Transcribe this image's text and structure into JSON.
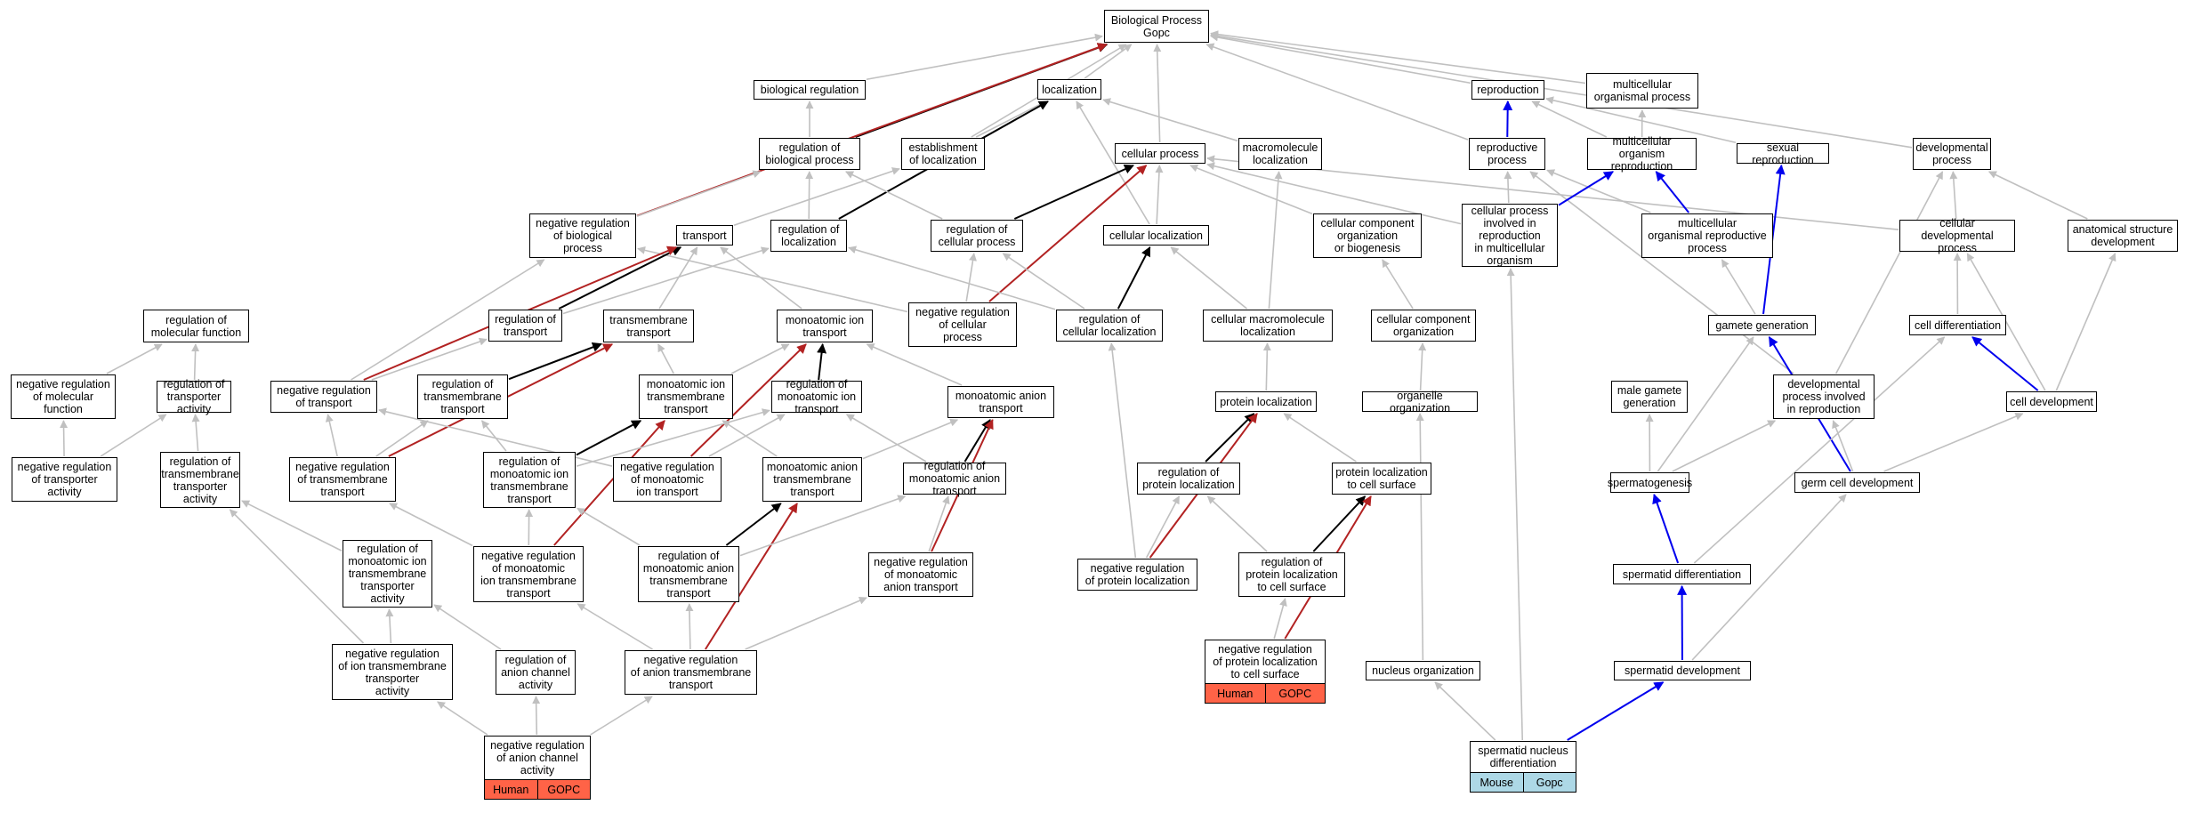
{
  "colors": {
    "gray": "#c0c0c0",
    "black": "#000000",
    "blue": "#0000ee",
    "red": "#b22222",
    "human_badge": "#ff6347",
    "mouse_badge": "#add8e6"
  },
  "nodes": [
    {
      "id": "bp",
      "label": "Biological Process\nGopc"
    },
    {
      "id": "bioreg",
      "label": "biological regulation"
    },
    {
      "id": "loc",
      "label": "localization"
    },
    {
      "id": "repro",
      "label": "reproduction"
    },
    {
      "id": "mcop",
      "label": "multicellular\norganismal process"
    },
    {
      "id": "regbp",
      "label": "regulation of\nbiological process"
    },
    {
      "id": "estloc",
      "label": "establishment\nof localization"
    },
    {
      "id": "cellproc",
      "label": "cellular process"
    },
    {
      "id": "macroloc",
      "label": "macromolecule\nlocalization"
    },
    {
      "id": "reprocproc",
      "label": "reproductive\nprocess"
    },
    {
      "id": "mcorepro",
      "label": "multicellular\norganism reproduction"
    },
    {
      "id": "sexrepro",
      "label": "sexual reproduction"
    },
    {
      "id": "devproc",
      "label": "developmental\nprocess"
    },
    {
      "id": "negregbp",
      "label": "negative regulation\nof biological\nprocess"
    },
    {
      "id": "transport",
      "label": "transport"
    },
    {
      "id": "regloc",
      "label": "regulation of\nlocalization"
    },
    {
      "id": "regcp",
      "label": "regulation of\ncellular process"
    },
    {
      "id": "cellloc",
      "label": "cellular localization"
    },
    {
      "id": "ccorg",
      "label": "cellular component\norganization\nor biogenesis"
    },
    {
      "id": "cpirmo",
      "label": "cellular process\ninvolved in\nreproduction\nin multicellular\norganism"
    },
    {
      "id": "mcorp",
      "label": "multicellular\norganismal reproductive\nprocess"
    },
    {
      "id": "celldevproc",
      "label": "cellular developmental\nprocess"
    },
    {
      "id": "anatdev",
      "label": "anatomical structure\ndevelopment"
    },
    {
      "id": "regmf",
      "label": "regulation of\nmolecular function"
    },
    {
      "id": "regtrans",
      "label": "regulation of\ntransport"
    },
    {
      "id": "tmtrans",
      "label": "transmembrane\ntransport"
    },
    {
      "id": "mitrans",
      "label": "monoatomic ion\ntransport"
    },
    {
      "id": "negregcp",
      "label": "negative regulation\nof cellular\nprocess"
    },
    {
      "id": "regcellloc",
      "label": "regulation of\ncellular localization"
    },
    {
      "id": "cmloc",
      "label": "cellular macromolecule\nlocalization"
    },
    {
      "id": "ccorg2",
      "label": "cellular component\norganization"
    },
    {
      "id": "gamgen",
      "label": "gamete generation"
    },
    {
      "id": "celldiff",
      "label": "cell differentiation"
    },
    {
      "id": "negregmf",
      "label": "negative regulation\nof molecular\nfunction"
    },
    {
      "id": "regtact",
      "label": "regulation of\ntransporter\nactivity"
    },
    {
      "id": "negregtrans",
      "label": "negative regulation\nof transport"
    },
    {
      "id": "regtmt",
      "label": "regulation of\ntransmembrane\ntransport"
    },
    {
      "id": "mitmt",
      "label": "monoatomic ion\ntransmembrane\ntransport"
    },
    {
      "id": "regmit",
      "label": "regulation of\nmonoatomic ion\ntransport"
    },
    {
      "id": "matrans",
      "label": "monoatomic anion\ntransport"
    },
    {
      "id": "protloc",
      "label": "protein localization"
    },
    {
      "id": "orgorg",
      "label": "organelle organization"
    },
    {
      "id": "malegam",
      "label": "male gamete\ngeneration"
    },
    {
      "id": "devprepro",
      "label": "developmental\nprocess involved\nin reproduction"
    },
    {
      "id": "celldev",
      "label": "cell development"
    },
    {
      "id": "negregtact",
      "label": "negative regulation\nof transporter\nactivity"
    },
    {
      "id": "regtmtact",
      "label": "regulation of\ntransmembrane\ntransporter\nactivity"
    },
    {
      "id": "negregtmt",
      "label": "negative regulation\nof transmembrane\ntransport"
    },
    {
      "id": "regmitmt",
      "label": "regulation of\nmonoatomic ion\ntransmembrane\ntransport"
    },
    {
      "id": "negregmit",
      "label": "negative regulation\nof monoatomic\nion transport"
    },
    {
      "id": "matmt",
      "label": "monoatomic anion\ntransmembrane\ntransport"
    },
    {
      "id": "regmat",
      "label": "regulation of\nmonoatomic anion\ntransport"
    },
    {
      "id": "regprotloc",
      "label": "regulation of\nprotein localization"
    },
    {
      "id": "protloccs",
      "label": "protein localization\nto cell surface"
    },
    {
      "id": "spermgen",
      "label": "spermatogenesis"
    },
    {
      "id": "germdev",
      "label": "germ cell development"
    },
    {
      "id": "regmitmtact",
      "label": "regulation of\nmonoatomic ion\ntransmembrane\ntransporter\nactivity"
    },
    {
      "id": "negregmitmt",
      "label": "negative regulation\nof monoatomic\nion transmembrane\ntransport"
    },
    {
      "id": "regmatmt",
      "label": "regulation of\nmonoatomic anion\ntransmembrane\ntransport"
    },
    {
      "id": "negregmat",
      "label": "negative regulation\nof monoatomic\nanion transport"
    },
    {
      "id": "negregprotloc",
      "label": "negative regulation\nof protein localization"
    },
    {
      "id": "regprotloccs",
      "label": "regulation of\nprotein localization\nto cell surface"
    },
    {
      "id": "spermdiff",
      "label": "spermatid differentiation"
    },
    {
      "id": "negregitmtact",
      "label": "negative regulation\nof ion transmembrane\ntransporter\nactivity"
    },
    {
      "id": "regachact",
      "label": "regulation of\nanion channel\nactivity"
    },
    {
      "id": "negregatmt",
      "label": "negative regulation\nof anion transmembrane\ntransport"
    },
    {
      "id": "negregplcs",
      "label": "negative regulation\nof protein localization\nto cell surface",
      "badges": [
        "Human",
        "GOPC"
      ],
      "badge_color": "#ff6347"
    },
    {
      "id": "nucorg",
      "label": "nucleus organization"
    },
    {
      "id": "spermdev",
      "label": "spermatid development"
    },
    {
      "id": "negregach",
      "label": "negative regulation\nof anion channel\nactivity",
      "badges": [
        "Human",
        "GOPC"
      ],
      "badge_color": "#ff6347"
    },
    {
      "id": "spermnuc",
      "label": "spermatid nucleus\ndifferentiation",
      "badges": [
        "Mouse",
        "Gopc"
      ],
      "badge_color": "#add8e6"
    }
  ],
  "edges": [
    {
      "from": "bioreg",
      "to": "bp",
      "color": "gray"
    },
    {
      "from": "loc",
      "to": "bp",
      "color": "gray"
    },
    {
      "from": "repro",
      "to": "bp",
      "color": "gray"
    },
    {
      "from": "mcop",
      "to": "bp",
      "color": "gray"
    },
    {
      "from": "cellproc",
      "to": "bp",
      "color": "gray"
    },
    {
      "from": "devproc",
      "to": "bp",
      "color": "gray"
    },
    {
      "from": "regbp",
      "to": "bp",
      "color": "black"
    },
    {
      "from": "estloc",
      "to": "bp",
      "color": "gray"
    },
    {
      "from": "negregbp",
      "to": "bp",
      "color": "red"
    },
    {
      "from": "reprocproc",
      "to": "bp",
      "color": "gray"
    },
    {
      "from": "regbp",
      "to": "bioreg",
      "color": "gray"
    },
    {
      "from": "estloc",
      "to": "loc",
      "color": "gray"
    },
    {
      "from": "macroloc",
      "to": "loc",
      "color": "gray"
    },
    {
      "from": "regloc",
      "to": "loc",
      "color": "black"
    },
    {
      "from": "cellloc",
      "to": "loc",
      "color": "gray"
    },
    {
      "from": "reprocproc",
      "to": "repro",
      "color": "blue"
    },
    {
      "from": "mcorepro",
      "to": "repro",
      "color": "gray"
    },
    {
      "from": "sexrepro",
      "to": "repro",
      "color": "gray"
    },
    {
      "from": "mcorepro",
      "to": "mcop",
      "color": "gray"
    },
    {
      "from": "negregbp",
      "to": "regbp",
      "color": "gray"
    },
    {
      "from": "regloc",
      "to": "regbp",
      "color": "gray"
    },
    {
      "from": "regcp",
      "to": "regbp",
      "color": "gray"
    },
    {
      "from": "transport",
      "to": "estloc",
      "color": "gray"
    },
    {
      "from": "regcp",
      "to": "cellproc",
      "color": "black"
    },
    {
      "from": "cellloc",
      "to": "cellproc",
      "color": "gray"
    },
    {
      "from": "ccorg",
      "to": "cellproc",
      "color": "gray"
    },
    {
      "from": "cpirmo",
      "to": "cellproc",
      "color": "gray"
    },
    {
      "from": "celldevproc",
      "to": "cellproc",
      "color": "gray"
    },
    {
      "from": "negregcp",
      "to": "cellproc",
      "color": "red"
    },
    {
      "from": "cmloc",
      "to": "macroloc",
      "color": "gray"
    },
    {
      "from": "cpirmo",
      "to": "reprocproc",
      "color": "gray"
    },
    {
      "from": "mcorp",
      "to": "reprocproc",
      "color": "gray"
    },
    {
      "from": "devprepro",
      "to": "reprocproc",
      "color": "gray"
    },
    {
      "from": "mcorp",
      "to": "mcorepro",
      "color": "blue"
    },
    {
      "from": "cpirmo",
      "to": "mcorepro",
      "color": "blue"
    },
    {
      "from": "gamgen",
      "to": "sexrepro",
      "color": "blue"
    },
    {
      "from": "celldevproc",
      "to": "devproc",
      "color": "gray"
    },
    {
      "from": "anatdev",
      "to": "devproc",
      "color": "gray"
    },
    {
      "from": "devprepro",
      "to": "devproc",
      "color": "gray"
    },
    {
      "from": "negregtrans",
      "to": "negregbp",
      "color": "gray"
    },
    {
      "from": "negregcp",
      "to": "negregbp",
      "color": "gray"
    },
    {
      "from": "regtrans",
      "to": "transport",
      "color": "black"
    },
    {
      "from": "tmtrans",
      "to": "transport",
      "color": "gray"
    },
    {
      "from": "mitrans",
      "to": "transport",
      "color": "gray"
    },
    {
      "from": "negregtrans",
      "to": "transport",
      "color": "red"
    },
    {
      "from": "regtrans",
      "to": "regloc",
      "color": "gray"
    },
    {
      "from": "regcellloc",
      "to": "regloc",
      "color": "gray"
    },
    {
      "from": "regcellloc",
      "to": "regcp",
      "color": "gray"
    },
    {
      "from": "negregcp",
      "to": "regcp",
      "color": "gray"
    },
    {
      "from": "regcellloc",
      "to": "cellloc",
      "color": "black"
    },
    {
      "from": "cmloc",
      "to": "cellloc",
      "color": "gray"
    },
    {
      "from": "ccorg2",
      "to": "ccorg",
      "color": "gray"
    },
    {
      "from": "gamgen",
      "to": "mcorp",
      "color": "gray"
    },
    {
      "from": "celldiff",
      "to": "celldevproc",
      "color": "gray"
    },
    {
      "from": "celldev",
      "to": "celldevproc",
      "color": "gray"
    },
    {
      "from": "celldev",
      "to": "anatdev",
      "color": "gray"
    },
    {
      "from": "regtact",
      "to": "regmf",
      "color": "gray"
    },
    {
      "from": "negregmf",
      "to": "regmf",
      "color": "gray"
    },
    {
      "from": "negregtrans",
      "to": "regtrans",
      "color": "gray"
    },
    {
      "from": "regtmt",
      "to": "tmtrans",
      "color": "black"
    },
    {
      "from": "mitmt",
      "to": "tmtrans",
      "color": "gray"
    },
    {
      "from": "negregtmt",
      "to": "tmtrans",
      "color": "red"
    },
    {
      "from": "regmit",
      "to": "mitrans",
      "color": "black"
    },
    {
      "from": "mitmt",
      "to": "mitrans",
      "color": "gray"
    },
    {
      "from": "matrans",
      "to": "mitrans",
      "color": "gray"
    },
    {
      "from": "negregmit",
      "to": "mitrans",
      "color": "red"
    },
    {
      "from": "negregprotloc",
      "to": "regcellloc",
      "color": "gray"
    },
    {
      "from": "protloc",
      "to": "cmloc",
      "color": "gray"
    },
    {
      "from": "orgorg",
      "to": "ccorg2",
      "color": "gray"
    },
    {
      "from": "spermgen",
      "to": "gamgen",
      "color": "gray"
    },
    {
      "from": "germdev",
      "to": "gamgen",
      "color": "blue"
    },
    {
      "from": "celldev",
      "to": "celldiff",
      "color": "blue"
    },
    {
      "from": "negregtact",
      "to": "negregmf",
      "color": "gray"
    },
    {
      "from": "negregtact",
      "to": "regtact",
      "color": "gray"
    },
    {
      "from": "regtmtact",
      "to": "regtact",
      "color": "gray"
    },
    {
      "from": "negregtmt",
      "to": "negregtrans",
      "color": "gray"
    },
    {
      "from": "negregmit",
      "to": "negregtrans",
      "color": "gray"
    },
    {
      "from": "negregtmt",
      "to": "regtmt",
      "color": "gray"
    },
    {
      "from": "regmitmt",
      "to": "regtmt",
      "color": "gray"
    },
    {
      "from": "regmitmt",
      "to": "mitmt",
      "color": "black"
    },
    {
      "from": "matmt",
      "to": "mitmt",
      "color": "gray"
    },
    {
      "from": "negregmitmt",
      "to": "mitmt",
      "color": "red"
    },
    {
      "from": "regmitmt",
      "to": "regmit",
      "color": "gray"
    },
    {
      "from": "negregmit",
      "to": "regmit",
      "color": "gray"
    },
    {
      "from": "regmat",
      "to": "regmit",
      "color": "gray"
    },
    {
      "from": "regmat",
      "to": "matrans",
      "color": "black"
    },
    {
      "from": "matmt",
      "to": "matrans",
      "color": "gray"
    },
    {
      "from": "negregmat",
      "to": "matrans",
      "color": "red"
    },
    {
      "from": "regprotloc",
      "to": "protloc",
      "color": "black"
    },
    {
      "from": "protloccs",
      "to": "protloc",
      "color": "gray"
    },
    {
      "from": "negregprotloc",
      "to": "protloc",
      "color": "red"
    },
    {
      "from": "nucorg",
      "to": "orgorg",
      "color": "gray"
    },
    {
      "from": "spermgen",
      "to": "malegam",
      "color": "gray"
    },
    {
      "from": "spermgen",
      "to": "devprepro",
      "color": "gray"
    },
    {
      "from": "germdev",
      "to": "devprepro",
      "color": "gray"
    },
    {
      "from": "germdev",
      "to": "celldev",
      "color": "gray"
    },
    {
      "from": "regmitmtact",
      "to": "regtmtact",
      "color": "gray"
    },
    {
      "from": "negregitmtact",
      "to": "regtmtact",
      "color": "gray"
    },
    {
      "from": "negregmitmt",
      "to": "negregtmt",
      "color": "gray"
    },
    {
      "from": "negregmitmt",
      "to": "regmitmt",
      "color": "gray"
    },
    {
      "from": "regmatmt",
      "to": "regmitmt",
      "color": "gray"
    },
    {
      "from": "regmatmt",
      "to": "matmt",
      "color": "black"
    },
    {
      "from": "negregatmt",
      "to": "matmt",
      "color": "red"
    },
    {
      "from": "regmatmt",
      "to": "regmat",
      "color": "gray"
    },
    {
      "from": "negregmat",
      "to": "regmat",
      "color": "gray"
    },
    {
      "from": "negregprotloc",
      "to": "regprotloc",
      "color": "gray"
    },
    {
      "from": "regprotloccs",
      "to": "regprotloc",
      "color": "gray"
    },
    {
      "from": "regprotloccs",
      "to": "protloccs",
      "color": "black"
    },
    {
      "from": "negregplcs",
      "to": "protloccs",
      "color": "red"
    },
    {
      "from": "spermdiff",
      "to": "spermgen",
      "color": "blue"
    },
    {
      "from": "spermdiff",
      "to": "celldiff",
      "color": "gray"
    },
    {
      "from": "spermdev",
      "to": "spermdiff",
      "color": "blue"
    },
    {
      "from": "spermdev",
      "to": "germdev",
      "color": "gray"
    },
    {
      "from": "negregitmtact",
      "to": "regmitmtact",
      "color": "gray"
    },
    {
      "from": "regachact",
      "to": "regmitmtact",
      "color": "gray"
    },
    {
      "from": "negregatmt",
      "to": "negregmitmt",
      "color": "gray"
    },
    {
      "from": "negregatmt",
      "to": "regmatmt",
      "color": "gray"
    },
    {
      "from": "negregatmt",
      "to": "negregmat",
      "color": "gray"
    },
    {
      "from": "negregplcs",
      "to": "regprotloccs",
      "color": "gray"
    },
    {
      "from": "negregach",
      "to": "negregitmtact",
      "color": "gray"
    },
    {
      "from": "negregach",
      "to": "regachact",
      "color": "gray"
    },
    {
      "from": "negregach",
      "to": "negregatmt",
      "color": "gray"
    },
    {
      "from": "spermnuc",
      "to": "nucorg",
      "color": "gray"
    },
    {
      "from": "spermnuc",
      "to": "spermdev",
      "color": "blue"
    },
    {
      "from": "spermnuc",
      "to": "cpirmo",
      "color": "gray"
    }
  ]
}
